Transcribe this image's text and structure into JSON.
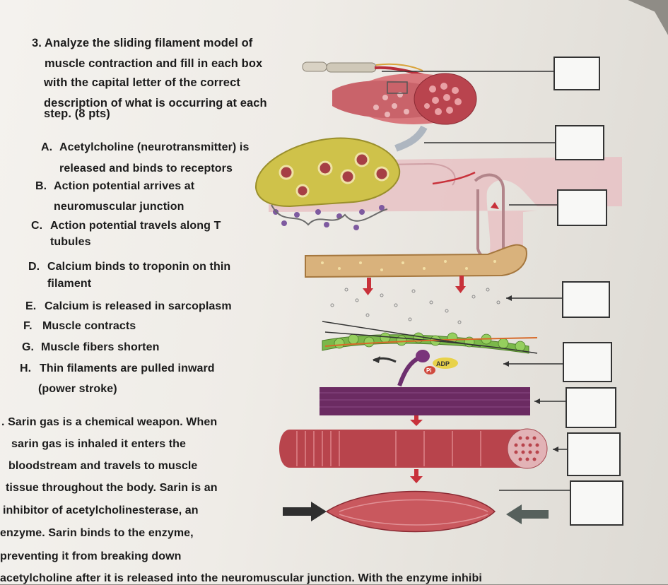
{
  "question3": {
    "lines": [
      "3.  Analyze the sliding filament model of",
      "muscle contraction and fill in each box",
      "with the capital letter of the correct",
      "description of what is occurring at each",
      "step. (8 pts)"
    ]
  },
  "options": [
    {
      "letter": "A.",
      "text": "Acetylcholine (neurotransmitter) is"
    },
    {
      "letter": "",
      "text": "released and binds to receptors"
    },
    {
      "letter": "B.",
      "text": "Action potential arrives at"
    },
    {
      "letter": "",
      "text": "neuromuscular junction"
    },
    {
      "letter": "C.",
      "text": "Action potential travels along T"
    },
    {
      "letter": "",
      "text": "tubules"
    },
    {
      "letter": "D.",
      "text": "Calcium binds to troponin on thin"
    },
    {
      "letter": "",
      "text": "filament"
    },
    {
      "letter": "E.",
      "text": "Calcium is released in sarcoplasm"
    },
    {
      "letter": "F.",
      "text": "Muscle contracts"
    },
    {
      "letter": "G.",
      "text": "Muscle fibers shorten"
    },
    {
      "letter": "H.",
      "text": "Thin filaments are pulled inward"
    },
    {
      "letter": "",
      "text": "(power stroke)"
    }
  ],
  "question4": {
    "lines": [
      ". Sarin gas is a chemical weapon. When",
      "sarin gas is inhaled it enters the",
      "bloodstream and travels to muscle",
      "tissue throughout the body. Sarin is an",
      "inhibitor of acetylcholinesterase, an",
      "enzyme. Sarin binds to the enzyme,",
      "preventing it from breaking down",
      "acetylcholine after it is released into the neuromuscular junction. With the enzyme inhibi"
    ]
  },
  "figure": {
    "adp_label": "ADP",
    "pi_label": "Pi"
  },
  "answer_boxes": [
    "",
    "",
    "",
    "",
    "",
    "",
    "",
    ""
  ],
  "colors": {
    "vesicle_yellow": "#cfc24a",
    "sarcolemma_pink": "#e7b9bd",
    "sr_tan": "#d9b27c",
    "myosin_purple": "#6d2f6e",
    "muscle_red": "#b8444c",
    "arrow_red": "#c8313a"
  }
}
